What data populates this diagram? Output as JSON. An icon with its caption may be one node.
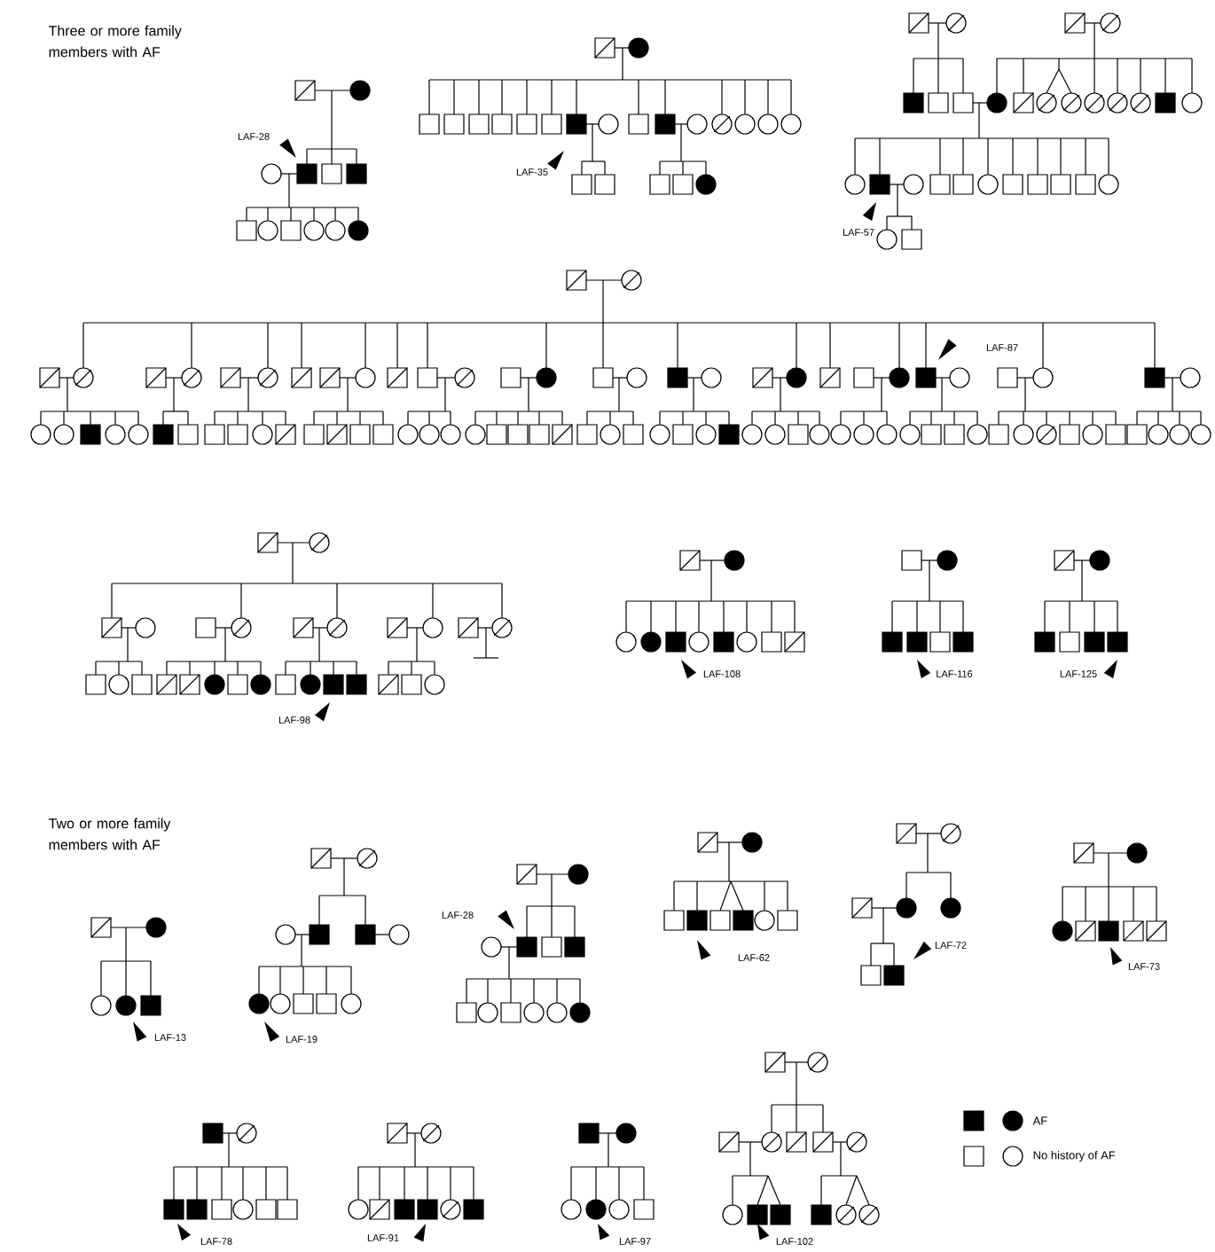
{
  "diagram": {
    "labels": [
      "Three or more family members with AF",
      "LAF-28",
      "LAF-35",
      "LAF-57",
      "LAF-87",
      "LAF-98",
      "LAF-108",
      "LAF-116",
      "LAF-125",
      "Two or more family members with AF",
      "LAF-13",
      "LAF-19",
      "LAF-28",
      "LAF-62",
      "LAF-72",
      "LAF-73",
      "LAF-78",
      "LAF-91",
      "LAF-97",
      "LAF-102"
    ],
    "legend": [
      {
        "text": "AF"
      },
      {
        "text": "No history of AF"
      }
    ]
  }
}
